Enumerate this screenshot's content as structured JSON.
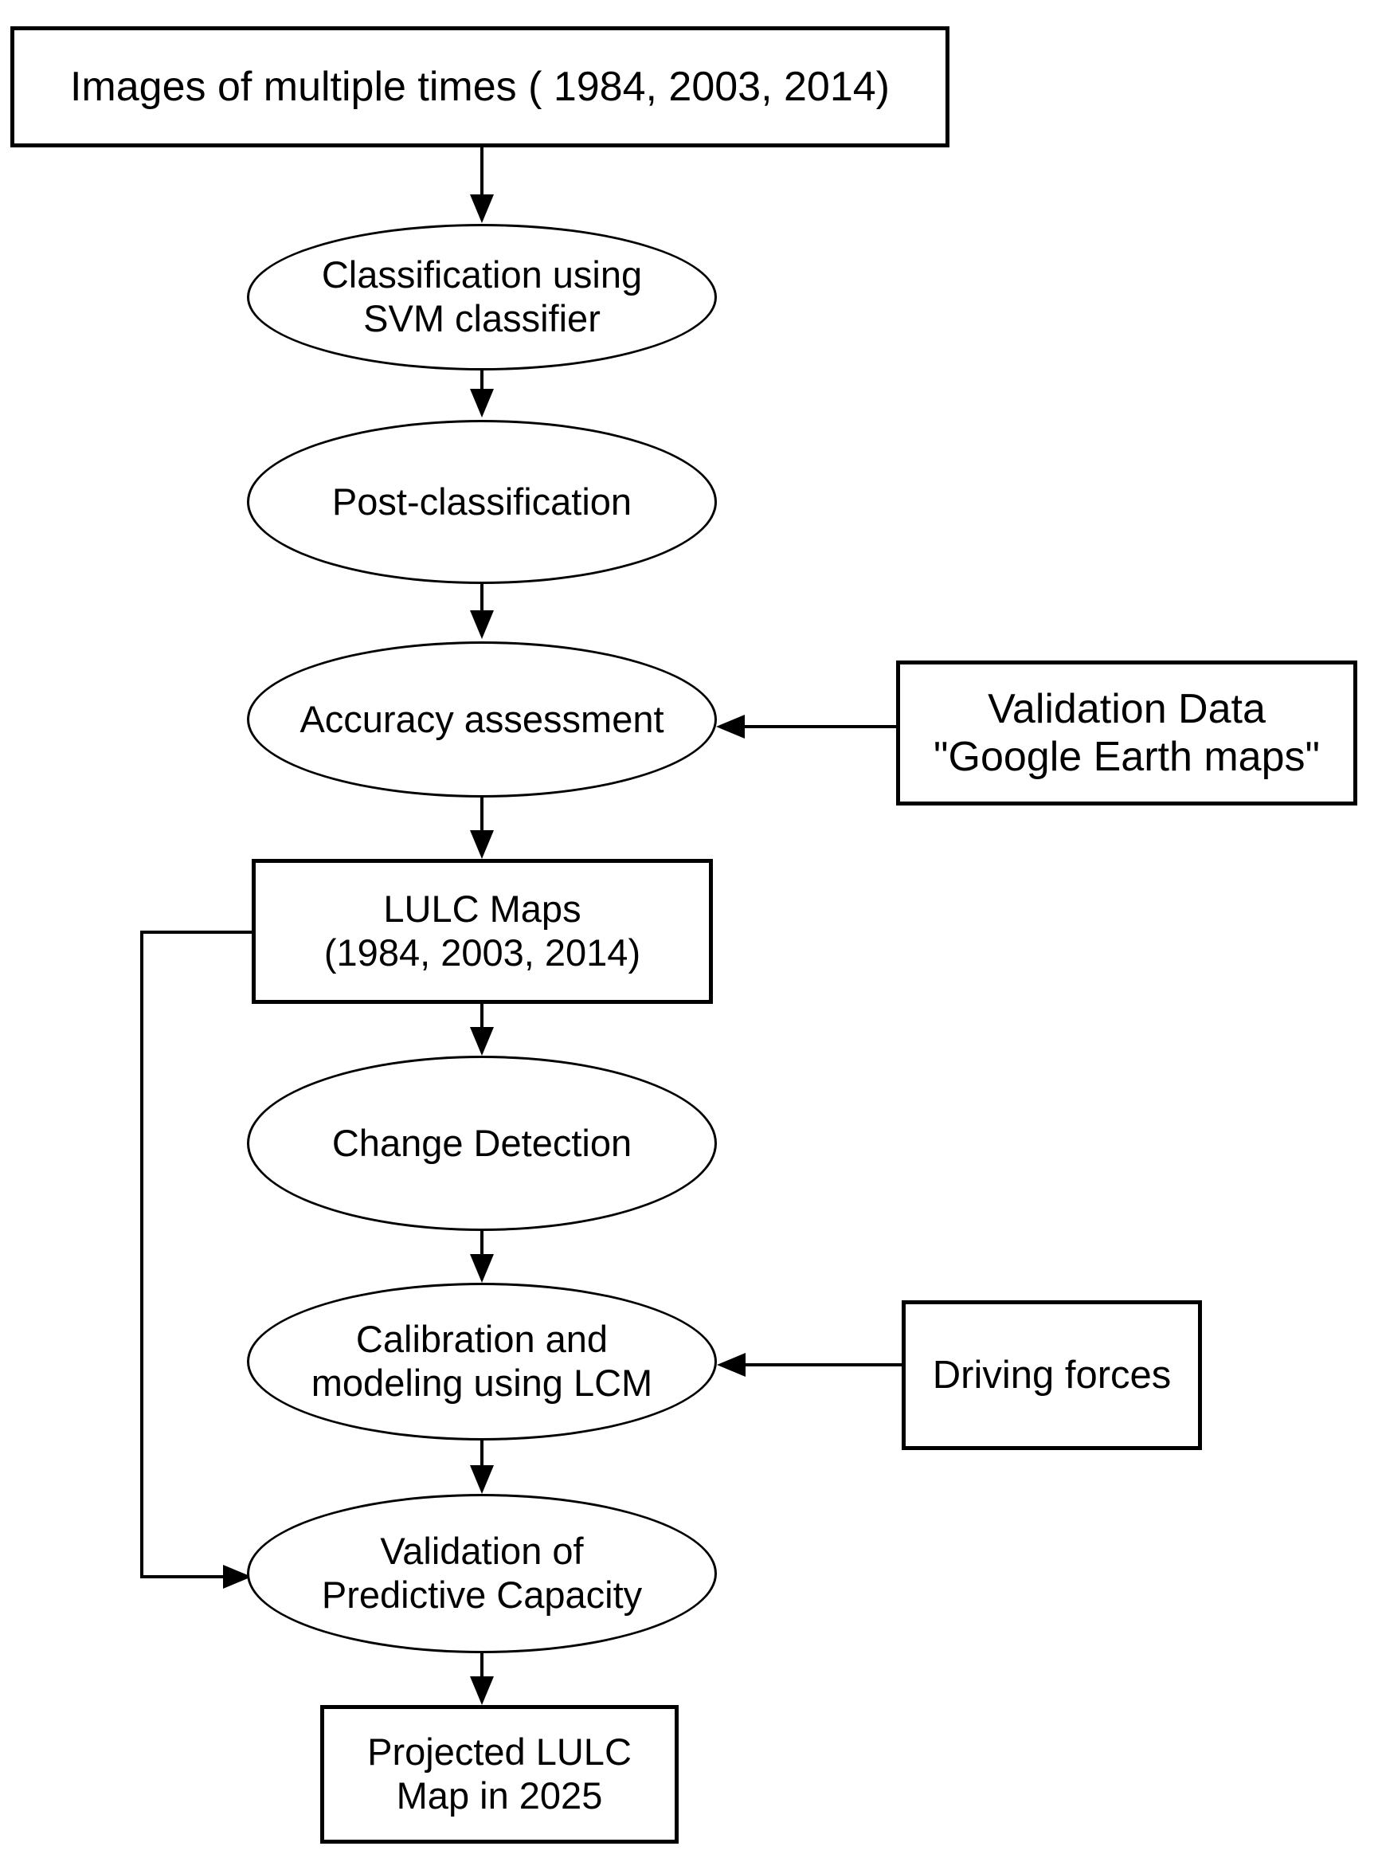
{
  "diagram": {
    "type": "flowchart",
    "colors": {
      "stroke": "#000000",
      "text": "#000000",
      "background": "#ffffff"
    }
  },
  "nodes": {
    "images": {
      "shape": "rect",
      "lines": [
        "Images of multiple times ( 1984, 2003, 2014)"
      ]
    },
    "svm": {
      "shape": "ellipse",
      "lines": [
        "Classification using",
        "SVM classifier"
      ]
    },
    "post": {
      "shape": "ellipse",
      "lines": [
        "Post-classification"
      ]
    },
    "accuracy": {
      "shape": "ellipse",
      "lines": [
        "Accuracy assessment"
      ]
    },
    "lulc_maps": {
      "shape": "rect",
      "lines": [
        "LULC Maps",
        "(1984, 2003, 2014)"
      ]
    },
    "change": {
      "shape": "ellipse",
      "lines": [
        "Change Detection"
      ]
    },
    "calibration": {
      "shape": "ellipse",
      "lines": [
        "Calibration and",
        "modeling using LCM"
      ]
    },
    "validation_capacity": {
      "shape": "ellipse",
      "lines": [
        "Validation of",
        "Predictive Capacity"
      ]
    },
    "projected": {
      "shape": "rect",
      "lines": [
        "Projected LULC",
        "Map in 2025"
      ]
    },
    "validation_data": {
      "shape": "rect",
      "lines": [
        "Validation Data",
        "\"Google Earth maps\""
      ]
    },
    "driving_forces": {
      "shape": "rect",
      "lines": [
        "Driving forces"
      ]
    }
  }
}
